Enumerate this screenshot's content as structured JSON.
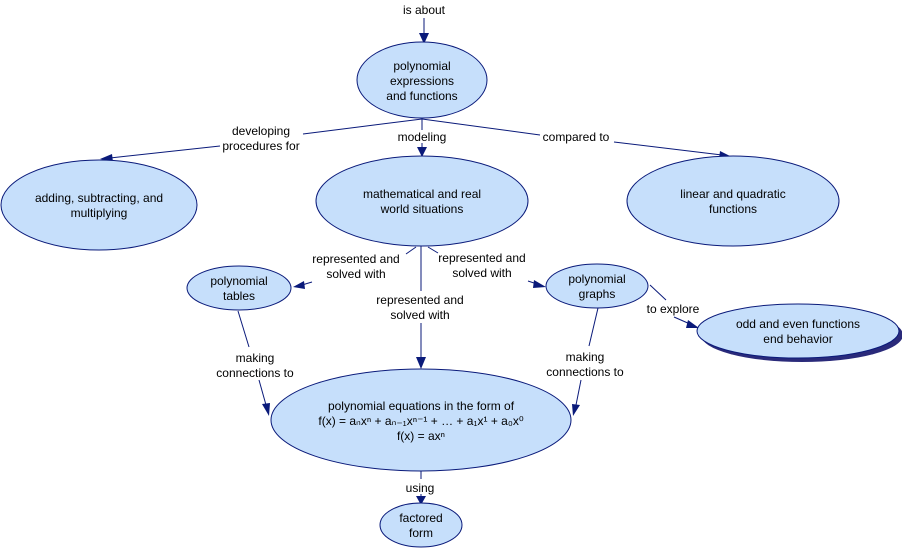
{
  "diagram": {
    "nodes": {
      "poly_expr": [
        "polynomial",
        "expressions",
        "and functions"
      ],
      "add_sub": [
        "adding, subtracting, and",
        "multiplying"
      ],
      "math_real": [
        "mathematical and real",
        "world situations"
      ],
      "lin_quad": [
        "linear and quadratic",
        "functions"
      ],
      "poly_tables": [
        "polynomial",
        "tables"
      ],
      "poly_graphs": [
        "polynomial",
        "graphs"
      ],
      "odd_even": [
        "odd and even functions",
        "end behavior"
      ],
      "poly_eq_line1": "polynomial equations in the form of",
      "poly_eq_line2": "f(x) = aₙxⁿ + aₙ₋₁xⁿ⁻¹ + … + a₁x¹ + a₀x⁰",
      "poly_eq_line3": "f(x) = axⁿ",
      "factored": [
        "factored",
        "form"
      ]
    },
    "links": {
      "is_about": "is about",
      "developing": [
        "developing",
        "procedures for"
      ],
      "modeling": "modeling",
      "compared": "compared to",
      "rep_left": [
        "represented and",
        "solved with"
      ],
      "rep_center": [
        "represented  and",
        "solved with"
      ],
      "rep_right": [
        "represented and",
        "solved with"
      ],
      "to_explore": "to explore",
      "making_left": [
        "making",
        "connections to"
      ],
      "making_right": [
        "making",
        "connections to"
      ],
      "using": "using"
    },
    "colors": {
      "node_fill": "#c6dffb",
      "stroke": "#0a1a7a"
    }
  }
}
